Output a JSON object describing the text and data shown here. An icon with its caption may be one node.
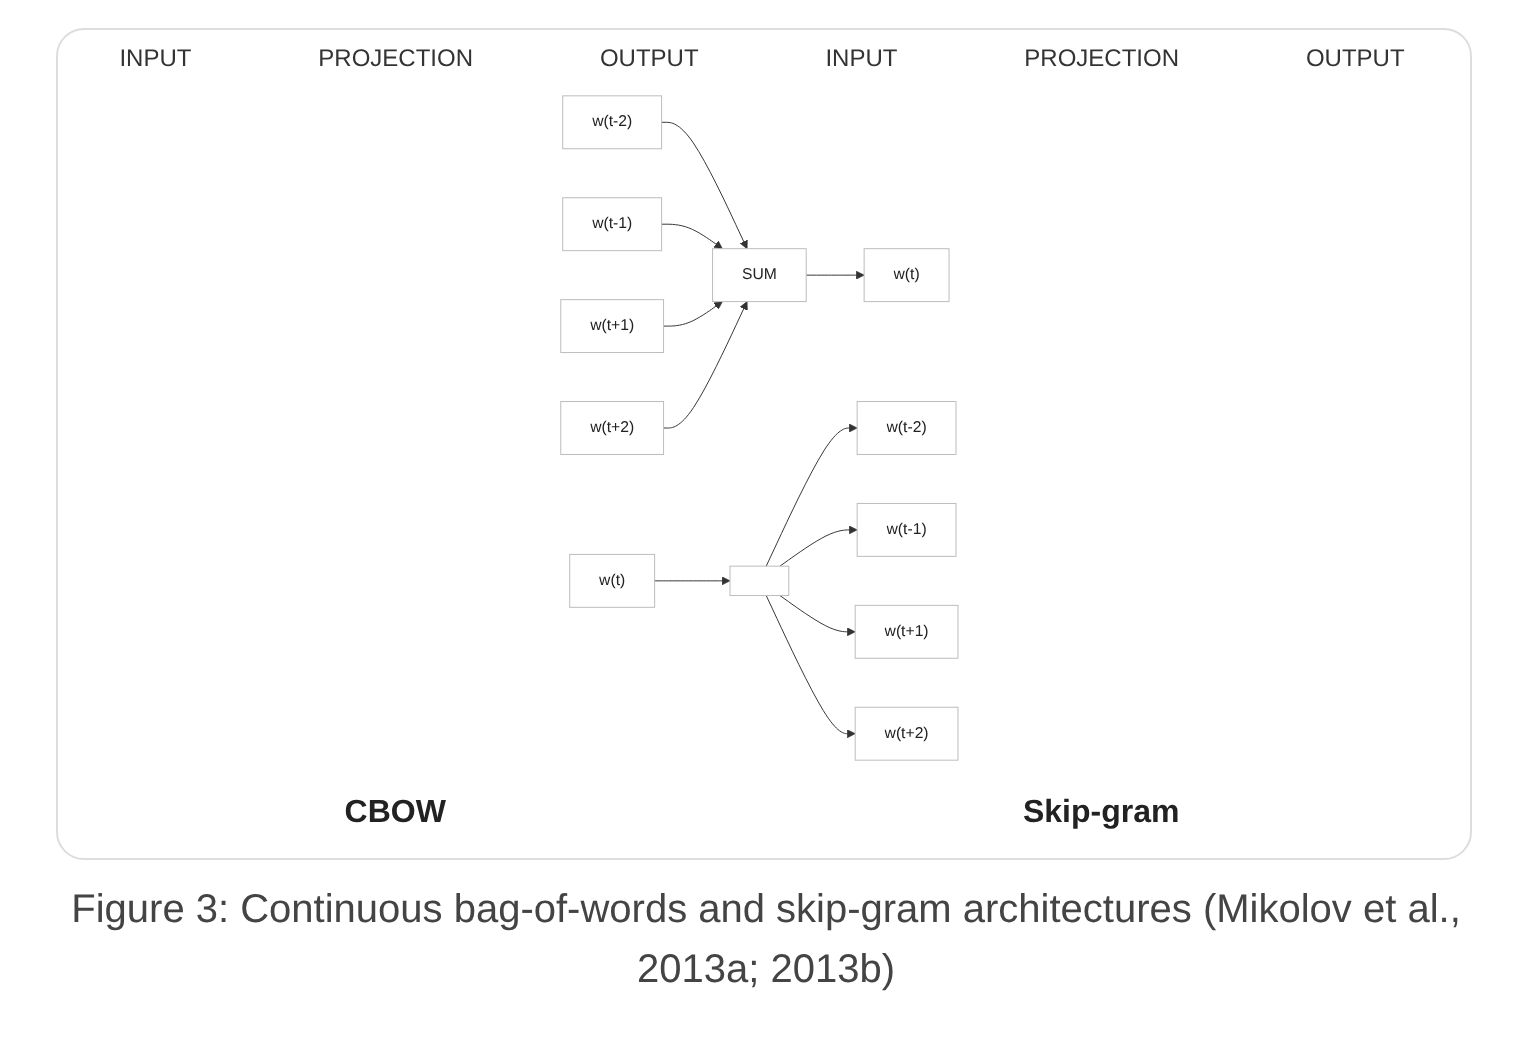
{
  "diagram": {
    "caption": "Figure 3: Continuous bag-of-words and skip-gram architectures (Mikolov et al., 2013a; 2013b)",
    "nodes": [
      {
        "text": [
          "w(t-2)"
        ]
      },
      {
        "text": [
          "w(t-1)"
        ]
      },
      {
        "text": [
          "w(t+1)"
        ]
      },
      {
        "text": [
          "w(t+2)"
        ]
      },
      {
        "text": [
          "SUM"
        ]
      },
      {
        "text": [
          "w(t)"
        ]
      },
      {
        "text": [
          "w(t)"
        ]
      },
      {
        "text": [],
        "shape": "box"
      },
      {
        "text": [
          "w(t-2)"
        ]
      },
      {
        "text": [
          "w(t-1)"
        ]
      },
      {
        "text": [
          "w(t+1)"
        ]
      },
      {
        "text": [
          "w(t+2)"
        ]
      }
    ],
    "edges": [
      {
        "from": 0,
        "to": 4,
        "arrow": "to"
      },
      {
        "from": 1,
        "to": 4,
        "arrow": "to"
      },
      {
        "from": 2,
        "to": 4,
        "arrow": "to"
      },
      {
        "from": 3,
        "to": 4,
        "arrow": "to"
      },
      {
        "from": 4,
        "to": 5,
        "arrow": "to"
      },
      {
        "from": 6,
        "to": 7,
        "arrow": "to"
      },
      {
        "from": 7,
        "to": 8,
        "arrow": "to"
      },
      {
        "from": 7,
        "to": 9,
        "arrow": "to"
      },
      {
        "from": 7,
        "to": 10,
        "arrow": "to"
      },
      {
        "from": 7,
        "to": 11,
        "arrow": "to"
      }
    ],
    "labels": [
      "INPUT",
      "PROJECTION",
      "OUTPUT",
      "INPUT",
      "PROJECTION",
      "OUTPUT",
      "CBOW",
      "Skip-gram"
    ]
  }
}
